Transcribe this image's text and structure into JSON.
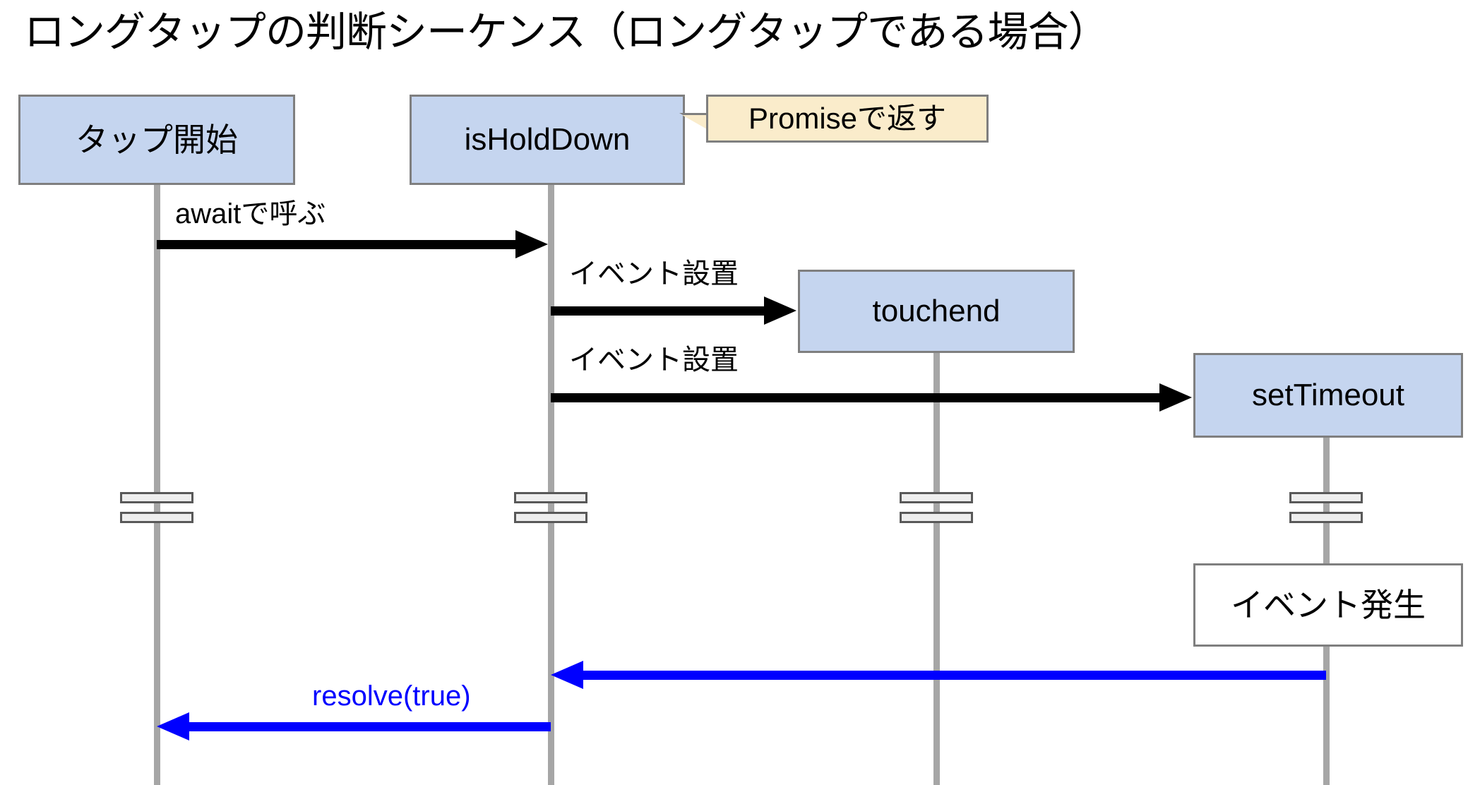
{
  "diagram": {
    "title": "ロングタップの判断シーケンス（ロングタップである場合）",
    "type": "sequence-diagram",
    "colors": {
      "participant_fill": "#c5d5ef",
      "participant_border": "#7f7f7f",
      "lifeline": "#a6a6a6",
      "note_fill": "#faeccb",
      "note_border": "#7f7f7f",
      "sync_message": "#000000",
      "return_message": "#0000ff",
      "break_fill": "#eeeeee",
      "break_border": "#595959",
      "background": "#ffffff"
    },
    "participants": [
      {
        "id": "tap-start",
        "label": "タップ開始"
      },
      {
        "id": "is-hold-down",
        "label": "isHoldDown"
      },
      {
        "id": "touchend",
        "label": "touchend"
      },
      {
        "id": "set-timeout",
        "label": "setTimeout"
      }
    ],
    "notes": [
      {
        "id": "promise-note",
        "text": "Promiseで返す",
        "attached_to": "is-hold-down"
      }
    ],
    "messages": [
      {
        "id": "await-call",
        "label": "awaitで呼ぶ",
        "from": "tap-start",
        "to": "is-hold-down",
        "kind": "sync",
        "color": "#000000"
      },
      {
        "id": "install-touchend",
        "label": "イベント設置",
        "from": "is-hold-down",
        "to": "touchend",
        "kind": "sync",
        "color": "#000000"
      },
      {
        "id": "install-settimeout",
        "label": "イベント設置",
        "from": "is-hold-down",
        "to": "set-timeout",
        "kind": "sync",
        "color": "#000000"
      },
      {
        "id": "timeout-fired",
        "label": "",
        "from": "set-timeout",
        "to": "is-hold-down",
        "kind": "return",
        "color": "#0000ff"
      },
      {
        "id": "resolve-true",
        "label": "resolve(true)",
        "from": "is-hold-down",
        "to": "tap-start",
        "kind": "return",
        "color": "#0000ff"
      }
    ],
    "fragments": [
      {
        "id": "event-occurrence",
        "label": "イベント発生",
        "on": "set-timeout"
      }
    ],
    "break_markers": [
      {
        "on": "tap-start"
      },
      {
        "on": "is-hold-down"
      },
      {
        "on": "touchend"
      },
      {
        "on": "set-timeout"
      }
    ]
  }
}
